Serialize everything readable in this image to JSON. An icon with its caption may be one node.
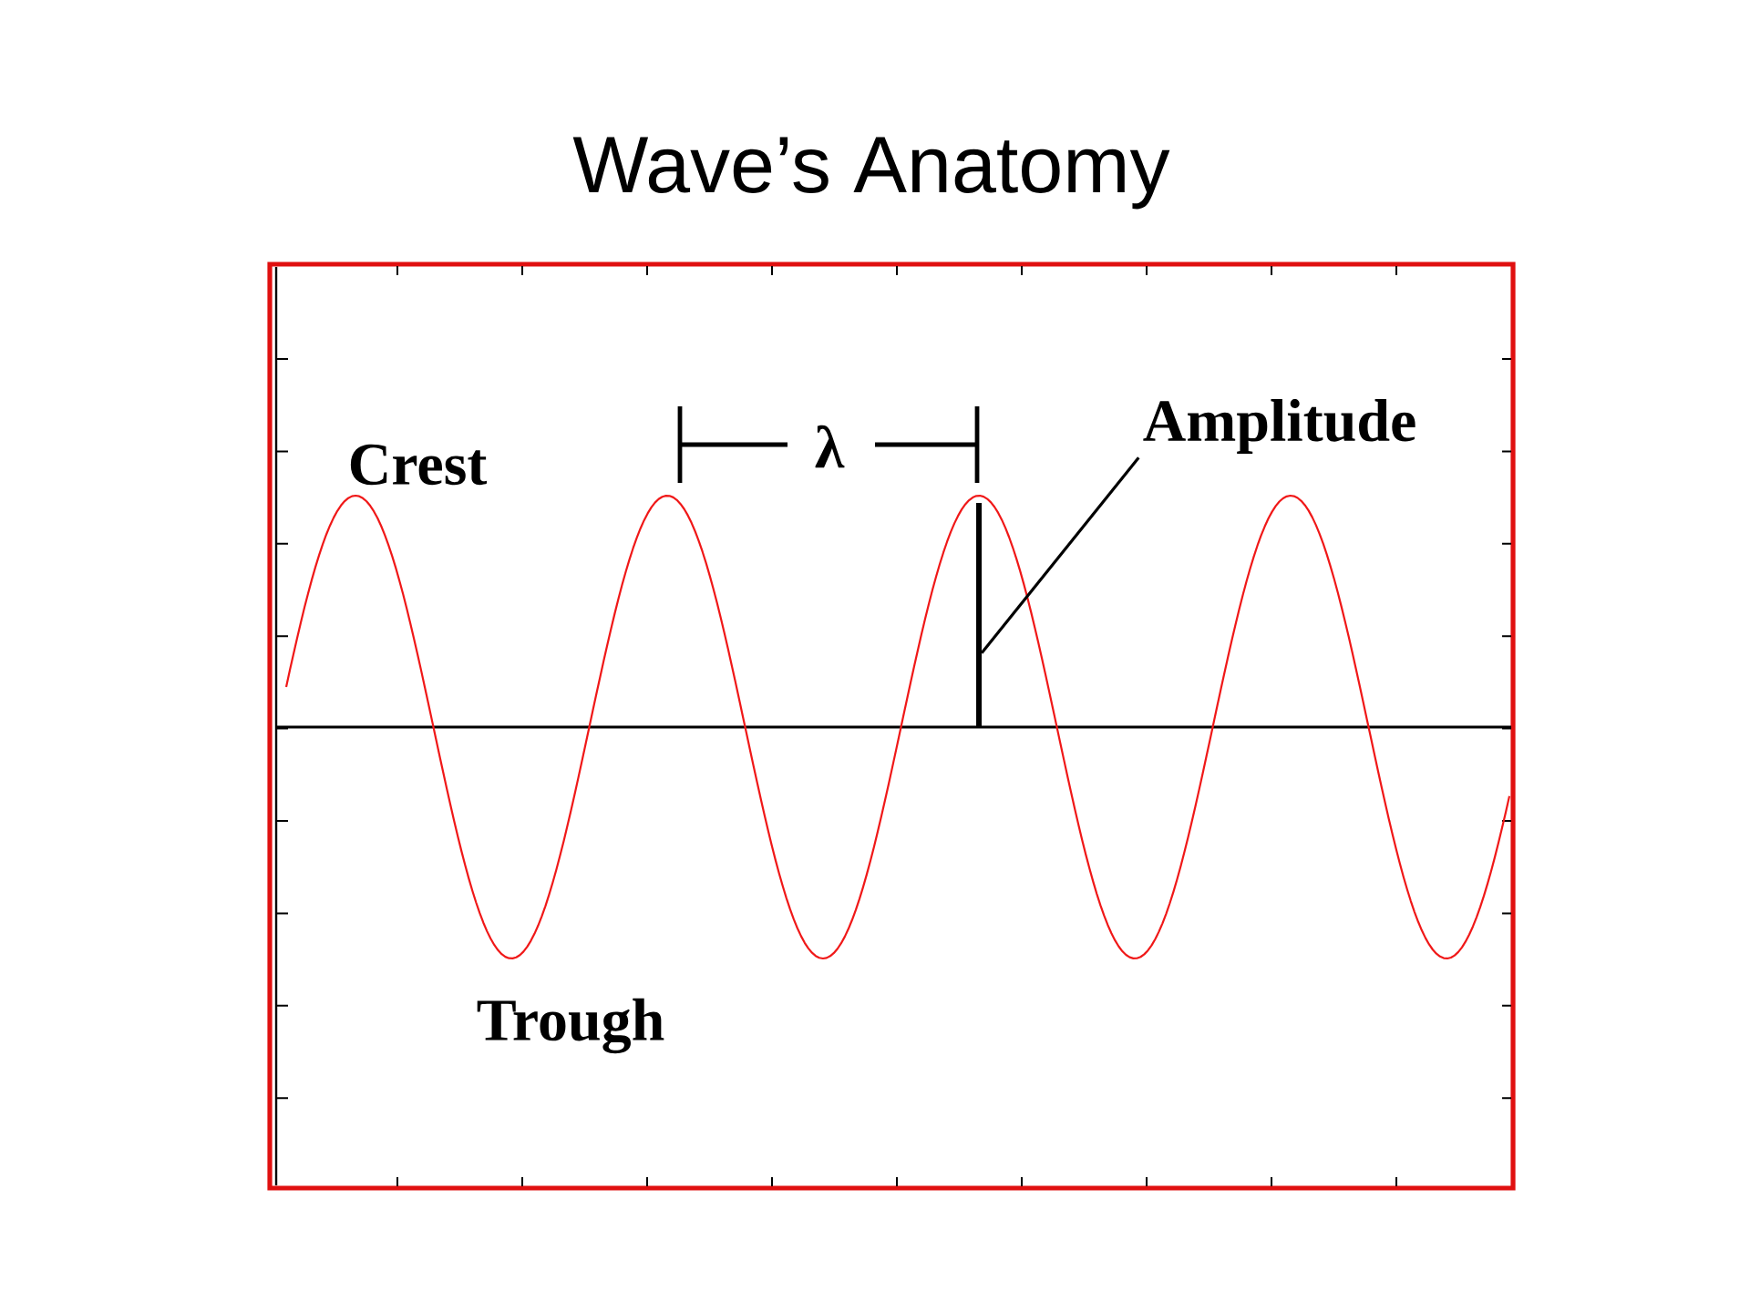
{
  "diagram": {
    "title": "Wave’s Anatomy",
    "nodes": [
      {
        "text": [
          "Amplitude"
        ]
      },
      {
        "text": [],
        "shape": "bar"
      }
    ],
    "edges": [
      {
        "from": 0,
        "to": 1,
        "arrow": "none"
      }
    ],
    "labels": [
      "Crest",
      "λ",
      "Trough"
    ]
  }
}
